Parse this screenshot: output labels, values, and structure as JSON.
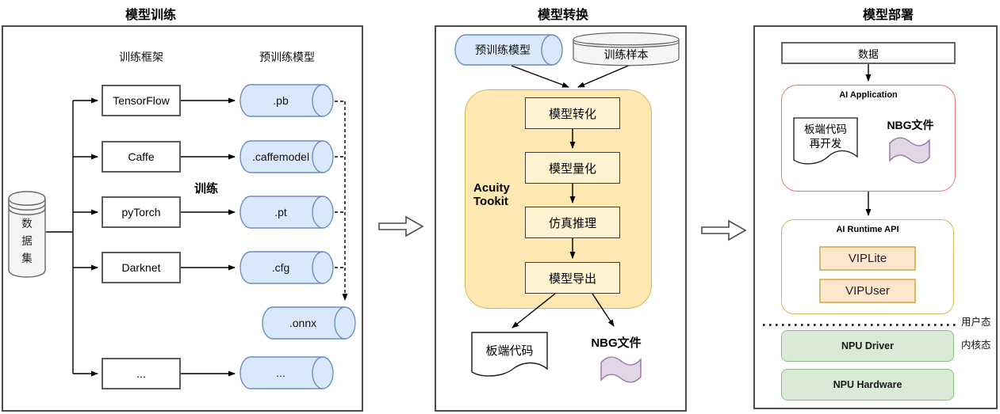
{
  "titles": {
    "left": "模型训练",
    "middle": "模型转换",
    "right": "模型部署"
  },
  "left": {
    "col_framework": "训练框架",
    "col_model": "预训练模型",
    "dataset": [
      "数",
      "据",
      "集"
    ],
    "train_label": "训练",
    "frameworks": [
      "TensorFlow",
      "Caffe",
      "pyTorch",
      "Darknet",
      "..."
    ],
    "models": [
      ".pb",
      ".caffemodel",
      ".pt",
      ".cfg",
      ".onnx",
      "..."
    ]
  },
  "middle": {
    "pretrained_model": "预训练模型",
    "training_samples": "训练样本",
    "toolkit": [
      "Acuity",
      "Tookit"
    ],
    "steps": [
      "模型转化",
      "模型量化",
      "仿真推理",
      "模型导出"
    ],
    "board_code": "板端代码",
    "nbg_file": "NBG文件"
  },
  "right": {
    "data": "数据",
    "ai_application": "AI Application",
    "board_code_redev": [
      "板端代码",
      "再开发"
    ],
    "nbg_file": "NBG文件",
    "ai_runtime_api": "AI Runtime API",
    "viplite": "VIPLite",
    "vipuser": "VIPUser",
    "user_mode": "用户态",
    "kernel_mode": "内核态",
    "npu_driver": "NPU Driver",
    "npu_hardware": "NPU Hardware"
  },
  "colors": {
    "cylinder_fill": "#dae8fc",
    "cylinder_stroke": "#6c8ebf",
    "toolkit_fill": "#ffe8b2",
    "toolkit_stroke": "#d6b656",
    "step_fill": "#fff3d1",
    "vip_fill": "#ffe6cc",
    "vip_stroke": "#ddb868",
    "ai_app_stroke": "#e0766f",
    "runtime_stroke": "#d6b656",
    "npu_fill": "#d9ead5",
    "npu_stroke": "#8cbf7e",
    "flag_fill": "#e1d5e7",
    "flag_stroke": "#9673a6",
    "disk_fill": "#f5f5f5",
    "disk_stroke": "#666666"
  }
}
